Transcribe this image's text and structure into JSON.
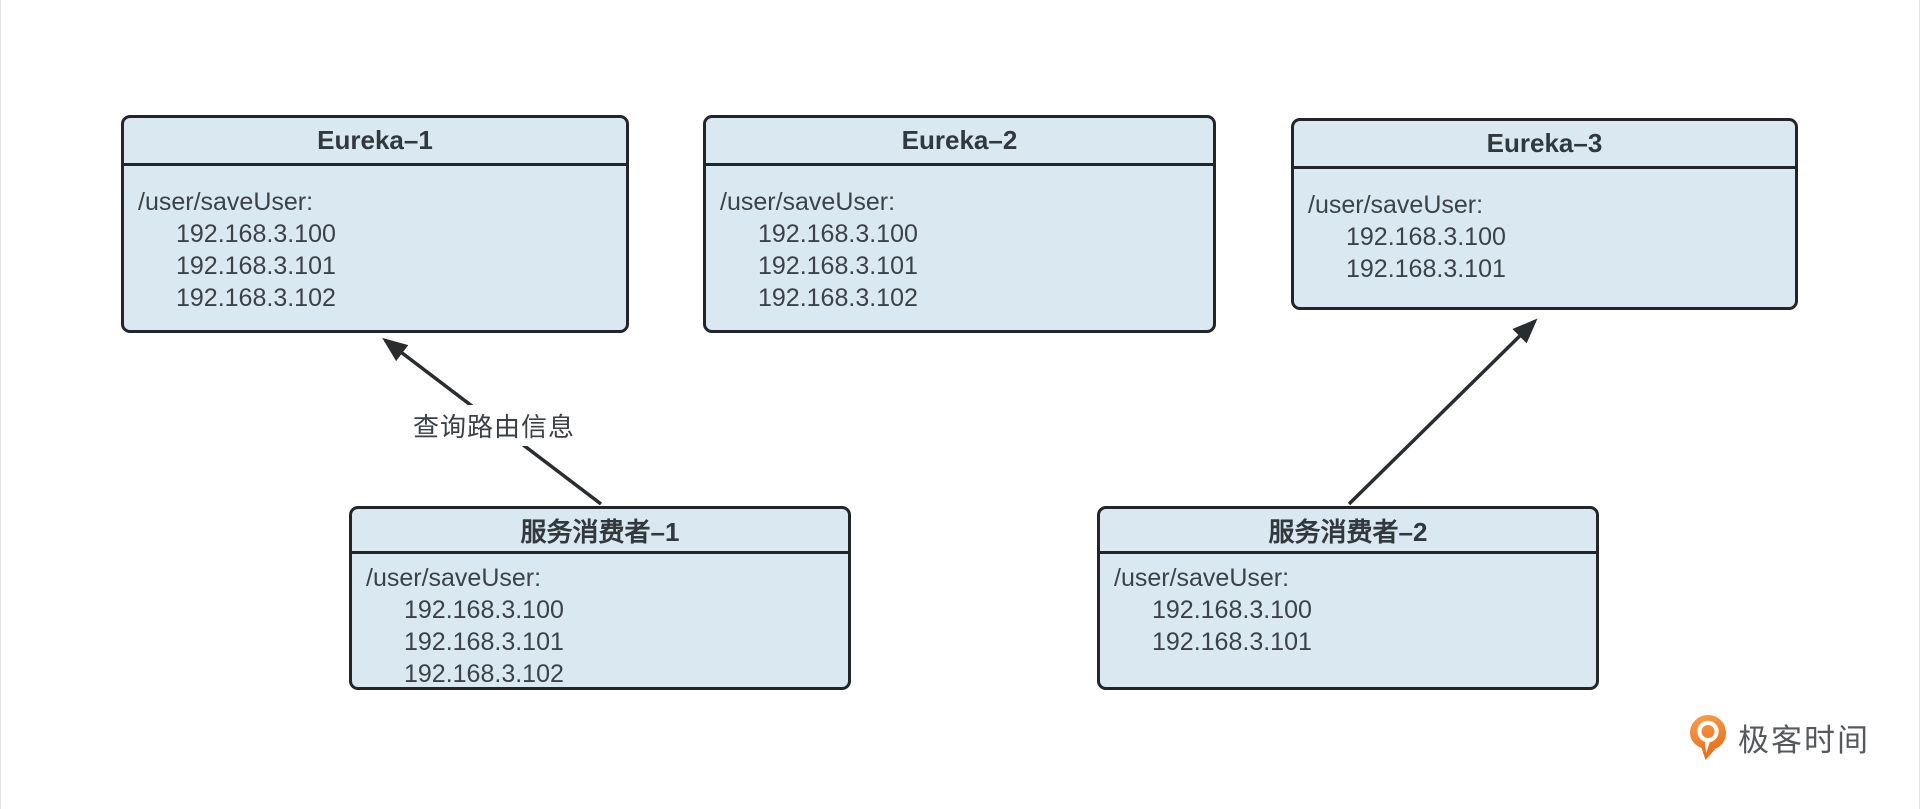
{
  "diagram": {
    "nodes": [
      {
        "id": "eureka-1",
        "title": "Eureka–1",
        "endpoint": "/user/saveUser:",
        "ips": [
          "192.168.3.100",
          "192.168.3.101",
          "192.168.3.102"
        ]
      },
      {
        "id": "eureka-2",
        "title": "Eureka–2",
        "endpoint": "/user/saveUser:",
        "ips": [
          "192.168.3.100",
          "192.168.3.101",
          "192.168.3.102"
        ]
      },
      {
        "id": "eureka-3",
        "title": "Eureka–3",
        "endpoint": "/user/saveUser:",
        "ips": [
          "192.168.3.100",
          "192.168.3.101"
        ]
      },
      {
        "id": "consumer-1",
        "title": "服务消费者–1",
        "endpoint": "/user/saveUser:",
        "ips": [
          "192.168.3.100",
          "192.168.3.101",
          "192.168.3.102"
        ]
      },
      {
        "id": "consumer-2",
        "title": "服务消费者–2",
        "endpoint": "/user/saveUser:",
        "ips": [
          "192.168.3.100",
          "192.168.3.101"
        ]
      }
    ],
    "edges": [
      {
        "from": "consumer-1",
        "to": "eureka-1",
        "label": "查询路由信息"
      },
      {
        "from": "consumer-2",
        "to": "eureka-3",
        "label": ""
      }
    ],
    "colors": {
      "node_fill": "#d9e8f1",
      "node_border": "#232629",
      "text": "#3b4046",
      "arrow": "#2a2d30"
    }
  },
  "branding": {
    "logo_text": "极客时间",
    "logo_orange": "#ee7018"
  }
}
